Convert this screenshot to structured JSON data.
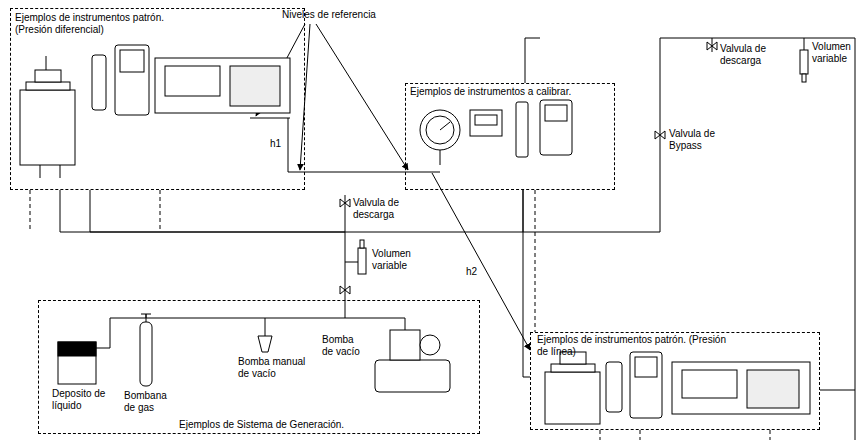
{
  "diagram": {
    "nodes": [
      {
        "text": [
          "Ejemplos de instrumentos patrón. (Presión diferencial)"
        ]
      },
      {
        "text": [
          "Ejemplos de instrumentos a calibrar."
        ]
      },
      {
        "text": [
          "Ejemplos de instrumentos patrón. (Presión de línea)"
        ]
      },
      {
        "text": [
          "Ejemplos de Sistema de Generación."
        ]
      }
    ],
    "edges": [
      {
        "from": 0,
        "to": 1,
        "arrow": "none"
      },
      {
        "from": 1,
        "to": 2,
        "arrow": "none"
      },
      {
        "from": 3,
        "to": 0,
        "arrow": "none"
      }
    ],
    "labels": [
      "Niveles de referencia",
      "h1",
      "h2",
      "Valvula de descarga",
      "Volumen variable",
      "Valvula de descarga",
      "Volumen variable",
      "Valvula de Bypass",
      "Deposito de líquido",
      "Bombana de gas",
      "Bomba manual de vacío",
      "Bomba de vacío"
    ]
  }
}
